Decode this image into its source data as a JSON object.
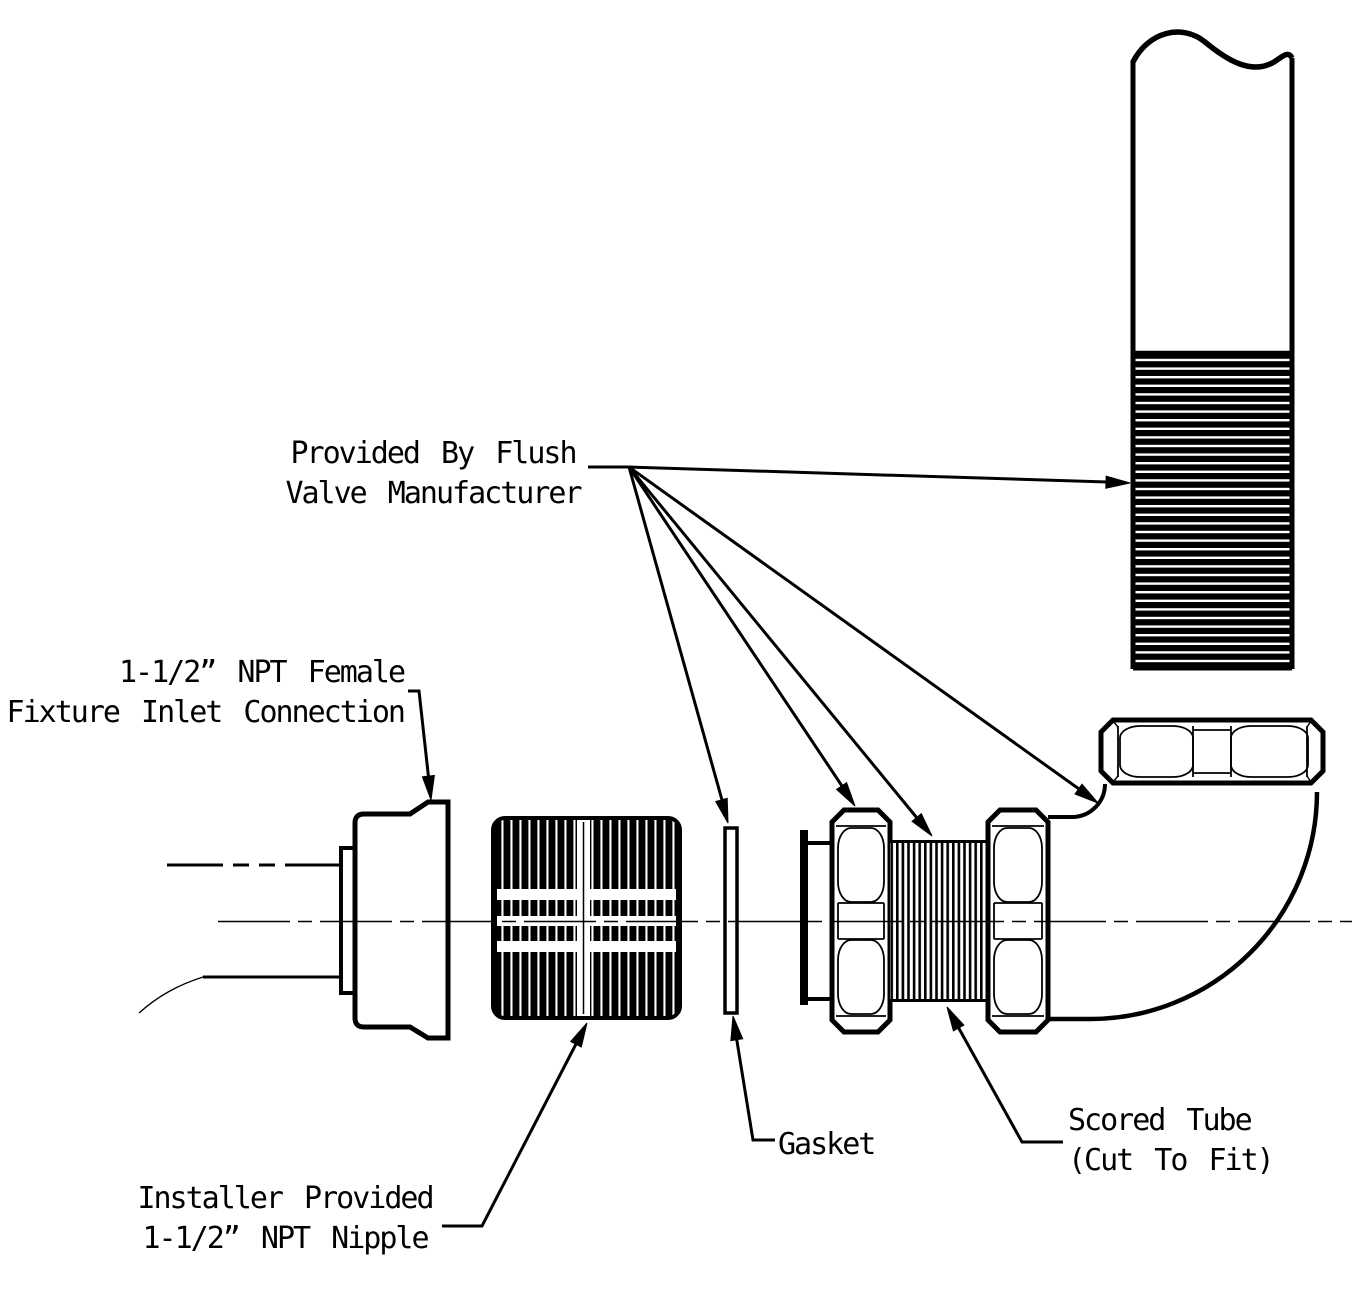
{
  "colors": {
    "background": "#ffffff",
    "ink": "#000000"
  },
  "labels": {
    "provided_by": {
      "line1": "Provided By Flush",
      "line2": "Valve Manufacturer"
    },
    "fixture_inlet": {
      "line1": "1-1/2” NPT Female",
      "line2": "Fixture Inlet Connection"
    },
    "installer_nipple": {
      "line1": "Installer Provided",
      "line2": "1-1/2” NPT Nipple"
    },
    "gasket": {
      "text": "Gasket"
    },
    "scored_tube": {
      "line1": "Scored Tube",
      "line2": "(Cut To Fit)"
    }
  }
}
